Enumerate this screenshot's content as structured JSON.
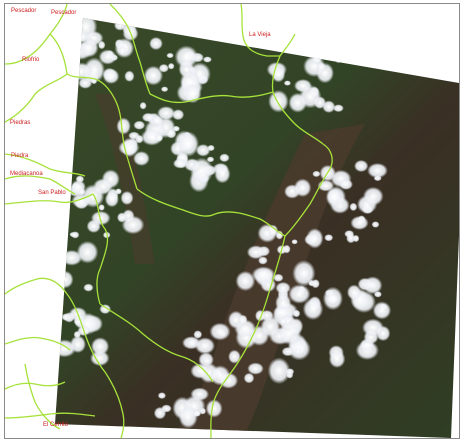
{
  "map": {
    "places": [
      {
        "id": "pescador-left",
        "name": "Pescador"
      },
      {
        "id": "pescador",
        "name": "Pescador"
      },
      {
        "id": "la-vieja",
        "name": "La Vieja"
      },
      {
        "id": "riofrio",
        "name": "Riofrio"
      },
      {
        "id": "piedras",
        "name": "Piedras"
      },
      {
        "id": "piedra",
        "name": "Piedra"
      },
      {
        "id": "mediacanoa",
        "name": "Mediacanoa"
      },
      {
        "id": "san-pablo",
        "name": "San Pablo"
      },
      {
        "id": "el-cerrito",
        "name": "El Cerrito"
      }
    ],
    "colors": {
      "boundary": "#a6e23a",
      "label": "#d62a2a",
      "cloud": "#f4f6fb",
      "forest": "#2f3d22"
    }
  }
}
